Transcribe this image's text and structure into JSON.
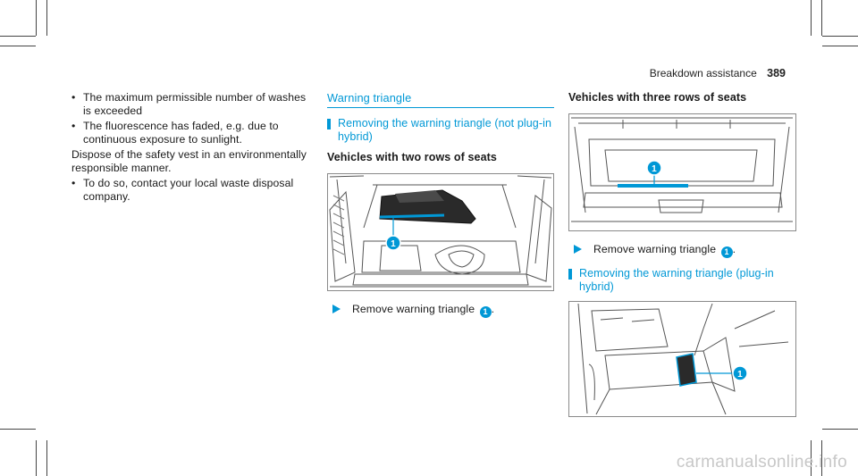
{
  "header": {
    "section": "Breakdown assistance",
    "page_number": "389"
  },
  "col1": {
    "bullet_1": "The maximum permissible number of washes is exceeded",
    "bullet_2": "The fluorescence has faded, e.g. due to continuous exposure to sunlight.",
    "paragraph": "Dispose of the safety vest in an environmentally responsible manner.",
    "bullet_3": "To do so, contact your local waste disposal company."
  },
  "col2": {
    "section_title": "Warning triangle",
    "subhead": "Removing the warning triangle (not plug-in hybrid)",
    "bold_heading": "Vehicles with two rows of seats",
    "figure_callout": "1",
    "instruction": "Remove warning triangle",
    "instruction_badge": "1",
    "instruction_end": "."
  },
  "col3": {
    "bold_heading": "Vehicles with three rows of seats",
    "figure1_callout": "1",
    "instruction": "Remove warning triangle",
    "instruction_badge": "1",
    "instruction_end": ".",
    "subhead": "Removing the warning triangle (plug-in hybrid)",
    "figure2_callout": "1"
  },
  "watermark": "carmanualsonline.info",
  "colors": {
    "accent": "#0098d6",
    "text": "#1a1a1a",
    "figure_line": "#555555"
  },
  "icons": [
    "triangle-right-icon",
    "callout-badge-icon"
  ]
}
